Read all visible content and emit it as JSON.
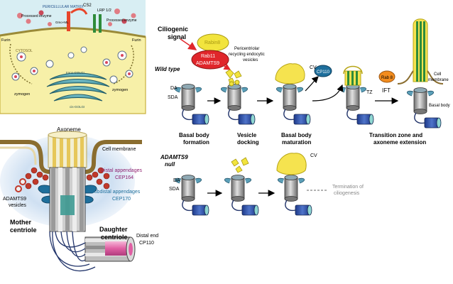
{
  "panel_a": {
    "pericellular_matrix": "PERICELLULAR MATRIX",
    "cs2": "CS2",
    "lrp": "LRP 1/2",
    "processed_enzyme_left": "Processed enzyme",
    "processed_enzyme_right": "Processed enzyme",
    "gmo": "Gmo+ML",
    "furin_left": "Furin",
    "furin_right": "Furin",
    "cytosol": "CYTOSOL",
    "zymogen_left": "zymogen",
    "zymogen_right": "zymogen",
    "trans_golgi": "trans-GOLGI",
    "cis_golgi": "cis-GOLGI"
  },
  "panel_b": {
    "axoneme": "Axoneme",
    "cell_membrane": "Cell membrane",
    "distal_appendages": "Distal appendages",
    "cep164": "CEP164",
    "subdistal_appendages": "Subdistal appendages",
    "cep170": "CEP170",
    "adamts9_vesicles_1": "ADAMTS9",
    "adamts9_vesicles_2": "vesicles",
    "mother_centriole_1": "Mother",
    "mother_centriole_2": "centriole",
    "daughter_centriole_1": "Daughter",
    "daughter_centriole_2": "centriole",
    "distal_end": "Distal end",
    "cp110": "CP110"
  },
  "panel_c": {
    "ciliogenic_1": "Ciliogenic",
    "ciliogenic_2": "signal",
    "rabin8": "Rabin8",
    "rab11": "Rab11",
    "adamts9": "ADAMTS9",
    "pericentriolar_1": "Pericentriolar",
    "pericentriolar_2": "recycling endocytic",
    "pericentriolar_3": "vesicles",
    "wild_type": "Wild type",
    "cv": "CV",
    "da": "DA",
    "sda": "SDA",
    "cp110": "CP110",
    "tz": "TZ",
    "rab8": "Rab 8",
    "ift": "IFT",
    "cell_membrane_1": "Cell",
    "cell_membrane_2": "membrane",
    "basal_body": "Basal body",
    "stage1_1": "Basal body",
    "stage1_2": "formation",
    "stage2_1": "Vesicle",
    "stage2_2": "docking",
    "stage3_1": "Basal body",
    "stage3_2": "maturation",
    "stage4_1": "Transition zone and",
    "stage4_2": "axoneme extension",
    "null_1": "ADAMTS9",
    "null_2": "null",
    "null_cv": "CV",
    "null_da": "DA",
    "null_sda": "SDA",
    "termination_1": "Termination of",
    "termination_2": "ciliogenesis"
  }
}
